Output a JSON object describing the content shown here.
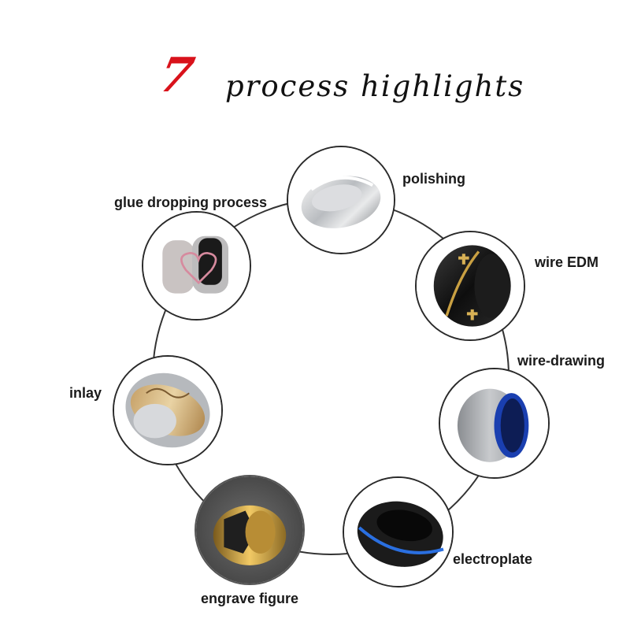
{
  "title": {
    "number": "7",
    "text": "process highlights",
    "number_color": "#d9121b"
  },
  "processes": [
    {
      "id": "polishing",
      "label": "polishing",
      "icon": "silver-ring-photo"
    },
    {
      "id": "wire-edm",
      "label": "wire EDM",
      "icon": "black-gold-cross-ring-photo"
    },
    {
      "id": "wire-drawing",
      "label": "wire-drawing",
      "icon": "silver-blue-ring-photo"
    },
    {
      "id": "electroplate",
      "label": "electroplate",
      "icon": "black-blue-stripe-ring-photo"
    },
    {
      "id": "engrave-figure",
      "label": "engrave figure",
      "icon": "gold-faceted-ring-photo"
    },
    {
      "id": "inlay",
      "label": "inlay",
      "icon": "celtic-inlay-ring-photo"
    },
    {
      "id": "glue-dropping",
      "label": "glue dropping process",
      "icon": "heart-couple-rings-photo"
    }
  ]
}
